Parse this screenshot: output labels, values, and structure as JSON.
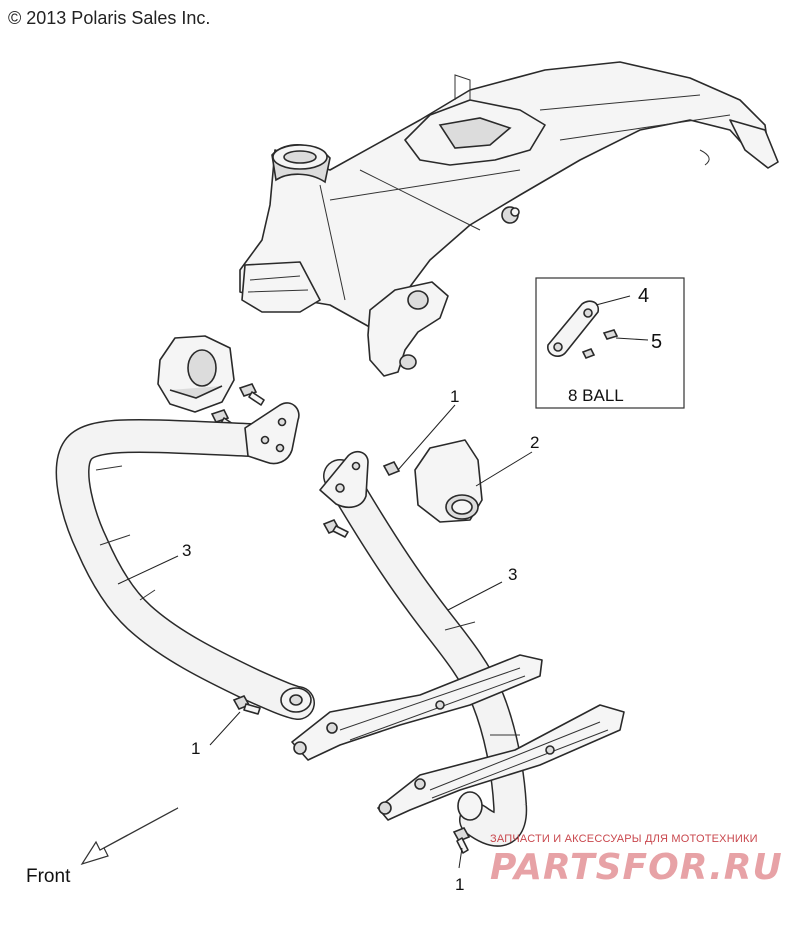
{
  "header": {
    "copyright": "© 2013 Polaris Sales Inc."
  },
  "inset": {
    "label": "8 BALL",
    "callouts": [
      "4",
      "5"
    ]
  },
  "callouts": {
    "c1_top": "1",
    "c2": "2",
    "c3_left": "3",
    "c3_right": "3",
    "c1_left": "1",
    "c1_bottom": "1"
  },
  "front": {
    "label": "Front"
  },
  "watermark": {
    "subtitle": "ЗАПЧАСТИ И АКСЕССУАРЫ ДЛЯ МОТОТЕХНИКИ",
    "brand": "PARTSFOR.RU"
  }
}
